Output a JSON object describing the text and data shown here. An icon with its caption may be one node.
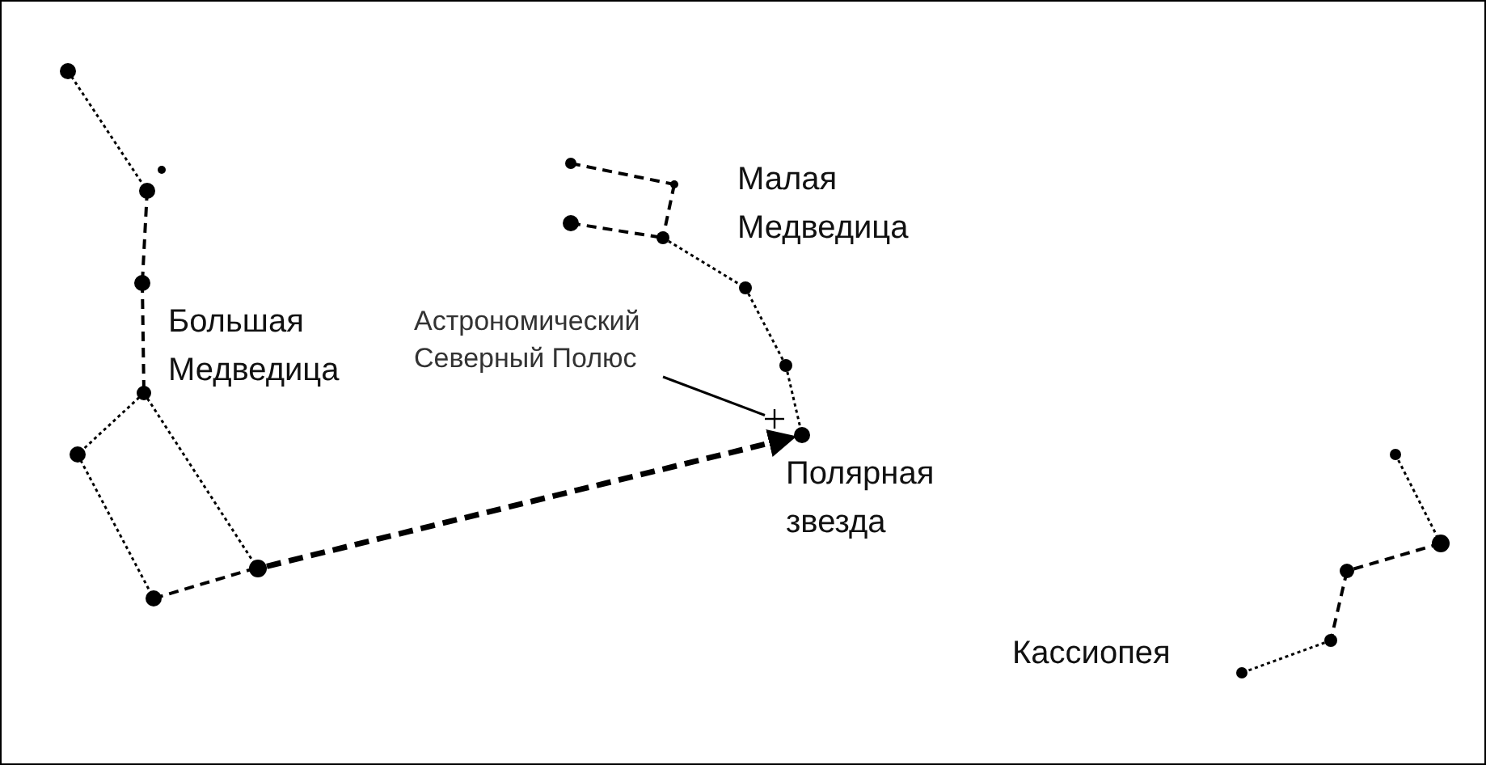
{
  "diagram": {
    "nodes": [
      {
        "text": [
          "Астрономический Северный Полюс"
        ]
      },
      {
        "text": [],
        "shape": "cross"
      },
      {
        "text": [],
        "shape": "circle",
        "beside": [
          "Полярная звезда"
        ]
      },
      {
        "text": [],
        "shape": "circle"
      }
    ],
    "edges": [
      {
        "from": 0,
        "to": 1,
        "arrow": "none"
      },
      {
        "from": 3,
        "to": 2,
        "arrow": "to",
        "style": "dashed"
      }
    ],
    "labels": [
      "Малая Медведица",
      "Большая Медведица",
      "Кассиопея"
    ]
  }
}
